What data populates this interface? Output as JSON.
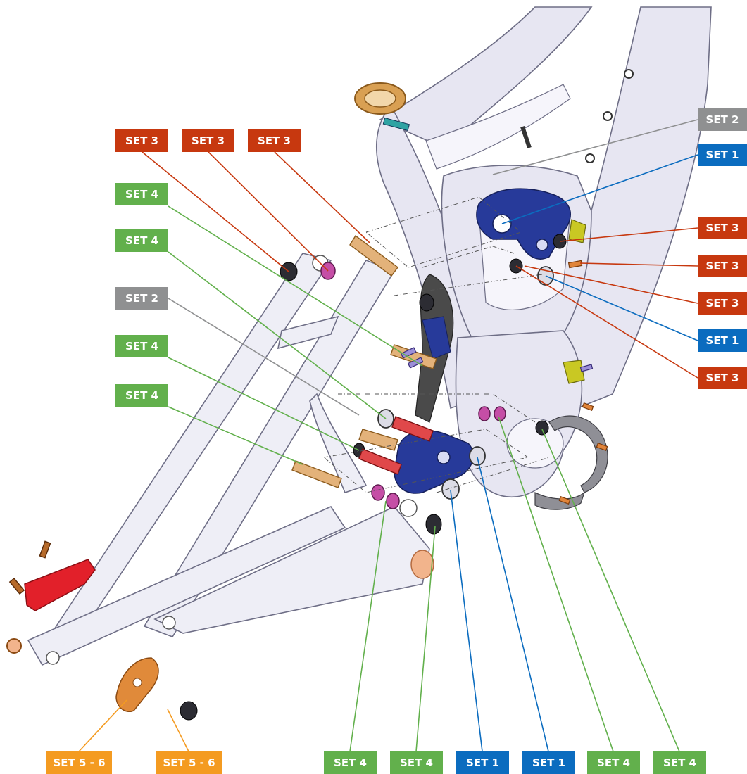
{
  "colors": {
    "set1": "#0b6cbf",
    "set2": "#8f9091",
    "set3": "#c7380f",
    "set4": "#62b04c",
    "set56": "#f49b21",
    "frame": "#e7e6f2",
    "frame_stroke": "#6e6e86",
    "link_blue": "#273a9a",
    "bearing_pink": "#c54ea6",
    "hardware_orange": "#e08a3a",
    "bracket_red": "#e2202a",
    "bracket_yellow": "#c9c823",
    "guide_dark": "#4a4a4a"
  },
  "labels": {
    "set1": "SET 1",
    "set2": "SET 2",
    "set3": "SET 3",
    "set4": "SET 4",
    "set56": "SET 5 - 6"
  }
}
